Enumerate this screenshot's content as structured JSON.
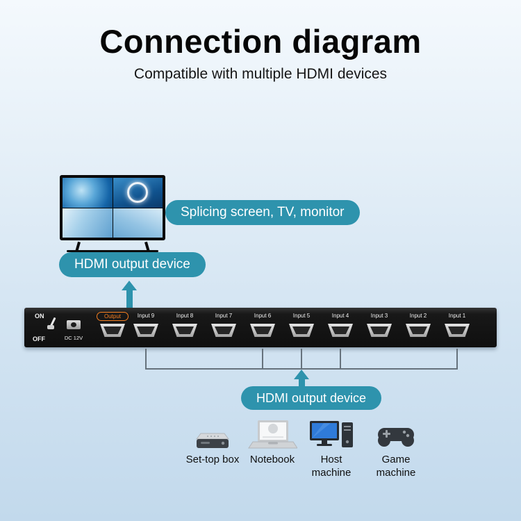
{
  "header": {
    "title": "Connection diagram",
    "subtitle": "Compatible with multiple HDMI devices"
  },
  "callouts": {
    "splicing": "Splicing screen, TV, monitor",
    "output_device": "HDMI output device",
    "input_device": "HDMI output device"
  },
  "device": {
    "power_on": "ON",
    "power_off": "OFF",
    "dc": "DC 12V",
    "output": "Output",
    "inputs": [
      "Input 9",
      "Input 8",
      "Input 7",
      "Input 6",
      "Input 5",
      "Input 4",
      "Input 3",
      "Input 2",
      "Input 1"
    ]
  },
  "sources": [
    {
      "label": "Set-top box",
      "icon": "set-top-box-icon"
    },
    {
      "label": "Notebook",
      "icon": "notebook-icon"
    },
    {
      "label": "Host machine",
      "icon": "host-machine-icon"
    },
    {
      "label": "Game machine",
      "icon": "game-machine-icon"
    }
  ],
  "colors": {
    "accent_teal": "#2E93AD",
    "output_orange": "#F57E20",
    "device_black": "#121212",
    "background_top": "#F4F9FD",
    "background_bottom": "#C2D9EC"
  }
}
